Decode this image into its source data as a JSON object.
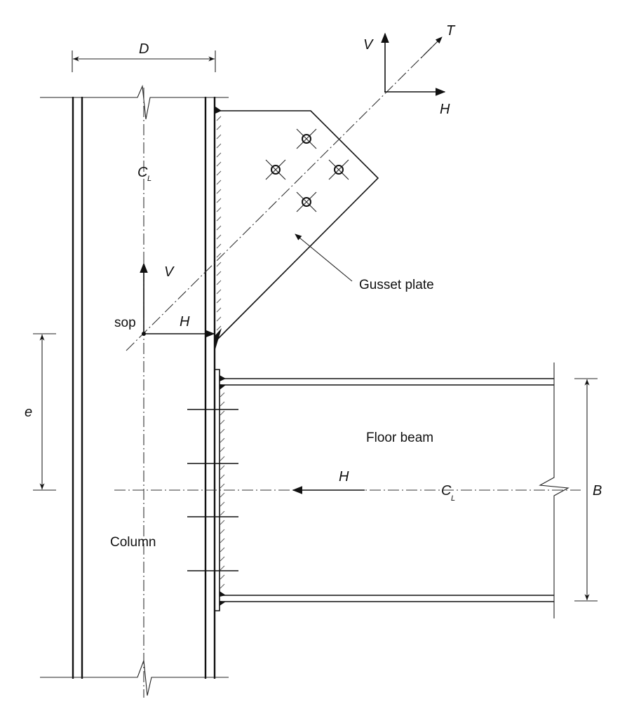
{
  "diagram": {
    "title": "Gusset plate connection at column and floor beam",
    "labels": {
      "dim_column_depth": "D",
      "dim_eccentricity": "e",
      "dim_beam_depth": "B",
      "column_centerline_C": "C",
      "column_centerline_sub": "L",
      "beam_centerline_C": "C",
      "beam_centerline_sub": "L",
      "force_T": "T",
      "force_V_top": "V",
      "force_H_top": "H",
      "force_V_sop": "V",
      "force_H_sop": "H",
      "force_H_beam": "H",
      "point_sop": "sop",
      "gusset_plate": "Gusset plate",
      "floor_beam": "Floor beam",
      "column": "Column"
    },
    "bolts": {
      "count": 4,
      "pattern": "diamond"
    },
    "stiffener_ticks": {
      "count": 4
    }
  }
}
